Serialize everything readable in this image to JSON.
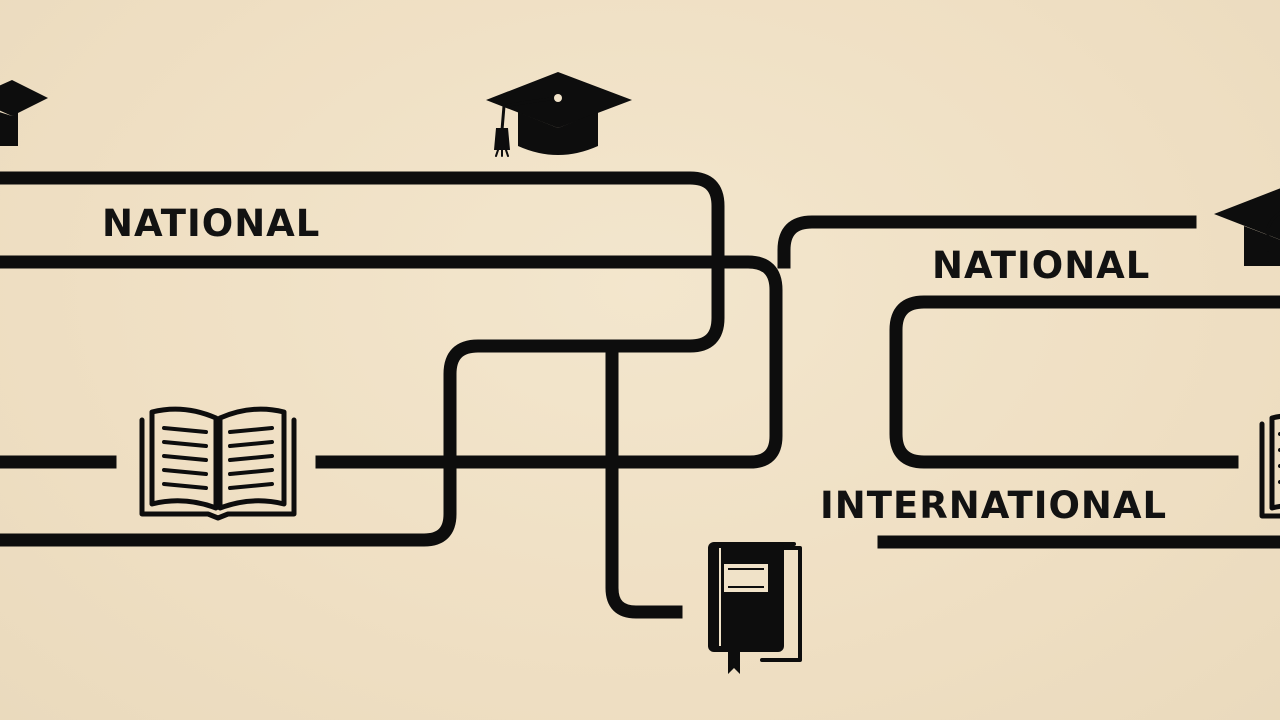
{
  "diagram": {
    "labels": {
      "national_left": "NATIONAL",
      "national_right": "NATIONAL",
      "international": "INTERNATIONAL"
    },
    "icons": [
      "graduation-cap-icon",
      "open-book-icon",
      "closed-book-icon"
    ],
    "colors": {
      "background": "#f0e2c8",
      "ink": "#0d0d0d"
    }
  }
}
